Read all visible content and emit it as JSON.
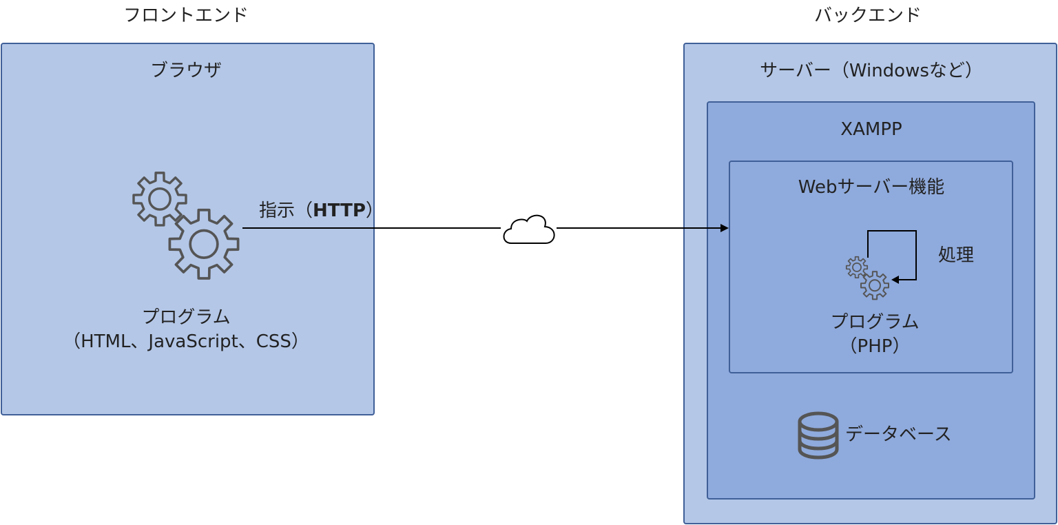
{
  "headings": {
    "frontend": "フロントエンド",
    "backend": "バックエンド"
  },
  "browser": {
    "title": "ブラウザ",
    "program_name": "プログラム",
    "program_languages": "（HTML、JavaScript、CSS）"
  },
  "connection": {
    "label_prefix": "指示（",
    "protocol": "HTTP",
    "label_suffix": "）"
  },
  "server": {
    "title": "サーバー（Windowsなど）",
    "xampp": {
      "title": "XAMPP",
      "web_server": {
        "title": "Webサーバー機能",
        "process_label": "処理",
        "program_name": "プログラム",
        "program_language": "（PHP）"
      },
      "database_label": "データベース"
    }
  },
  "colors": {
    "outer_box": "#b4c7e7",
    "inner_box": "#8faadc",
    "border": "#3f5f98",
    "icon": "#555555",
    "arrow": "#000000"
  },
  "icons": {
    "frontend_program": "gears-icon",
    "backend_program": "gears-icon",
    "network": "cloud-icon",
    "database": "database-icon"
  }
}
